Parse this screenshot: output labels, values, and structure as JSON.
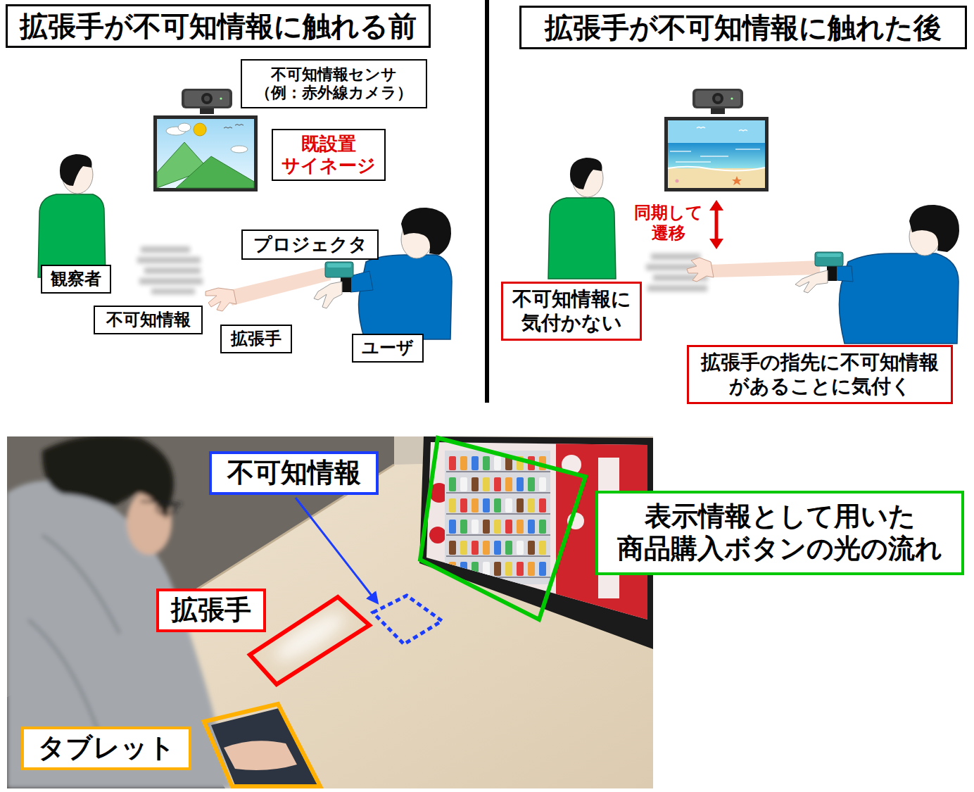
{
  "diagram": {
    "nodes": [
      {
        "text": [
          "拡張手が不可知情報に触れる前"
        ]
      },
      {
        "text": [
          "拡張手が不可知情報に触れた後"
        ]
      },
      {
        "text": [
          "不可知情報センサ （例：赤外線カメラ）"
        ]
      },
      {
        "text": [
          "既設置 サイネージ"
        ]
      },
      {
        "text": [
          "プロジェクタ"
        ]
      },
      {
        "text": [
          "観察者"
        ]
      },
      {
        "text": [
          "不可知情報"
        ]
      },
      {
        "text": [
          "拡張手"
        ]
      },
      {
        "text": [
          "ユーザ"
        ]
      },
      {
        "text": [
          "不可知情報に 気付かない"
        ]
      },
      {
        "text": [
          "拡張手の指先に不可知情報 があることに気付く"
        ]
      },
      {
        "text": [
          "不可知情報"
        ]
      },
      {
        "text": [
          "表示情報として用いた 商品購入ボタンの光の流れ"
        ]
      },
      {
        "text": [
          "拡張手"
        ]
      },
      {
        "text": [
          "タブレット"
        ]
      }
    ],
    "labels": [
      "同期して 遷移"
    ]
  }
}
